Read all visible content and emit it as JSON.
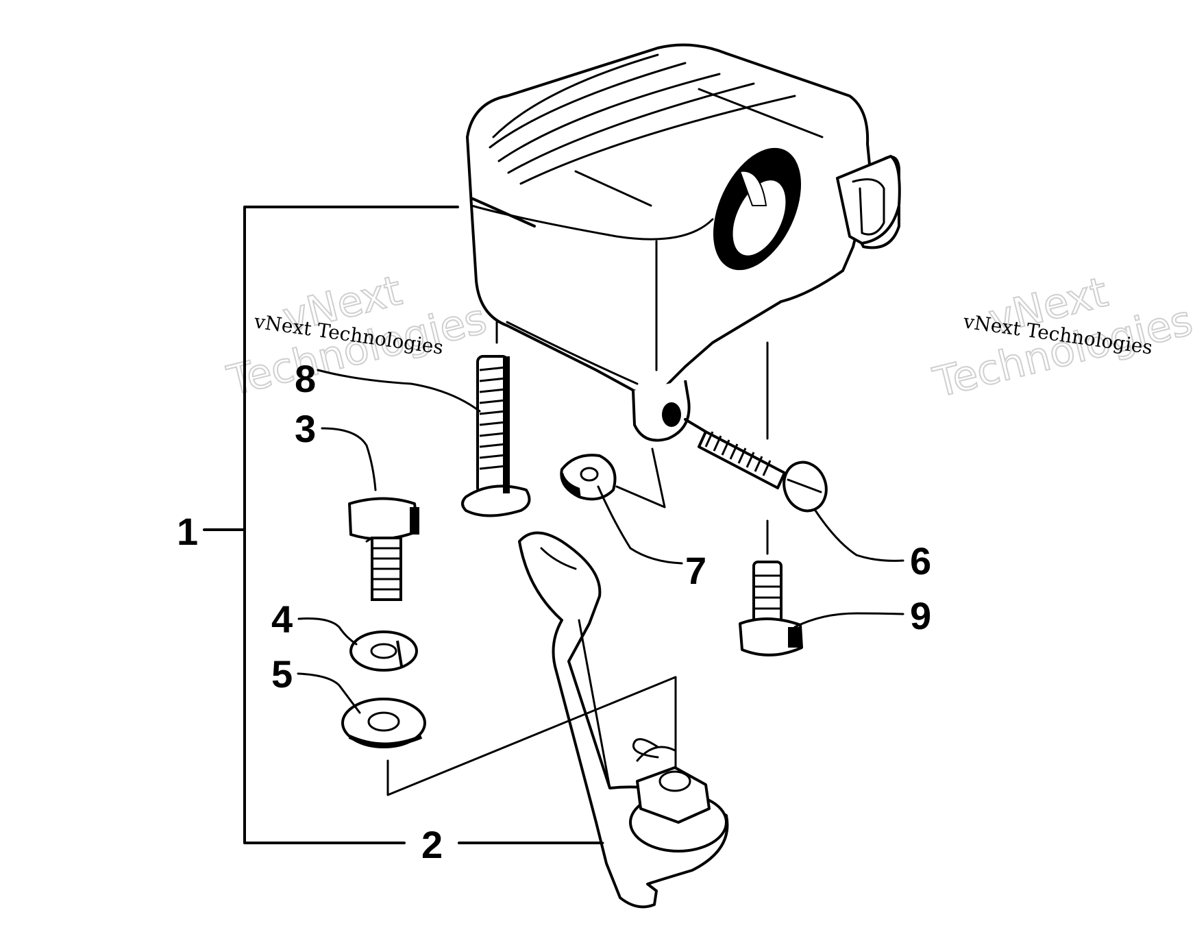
{
  "diagram": {
    "callouts": {
      "c1": "1",
      "c2": "2",
      "c3": "3",
      "c4": "4",
      "c5": "5",
      "c6": "6",
      "c7": "7",
      "c8": "8",
      "c9": "9"
    },
    "watermarks": {
      "left_small": "vNext Technologies",
      "left_big_line1": "vNext",
      "left_big_line2": "Technologies",
      "right_small": "vNext Technologies",
      "right_big_line1": "vNext",
      "right_big_line2": "Technologies"
    }
  }
}
